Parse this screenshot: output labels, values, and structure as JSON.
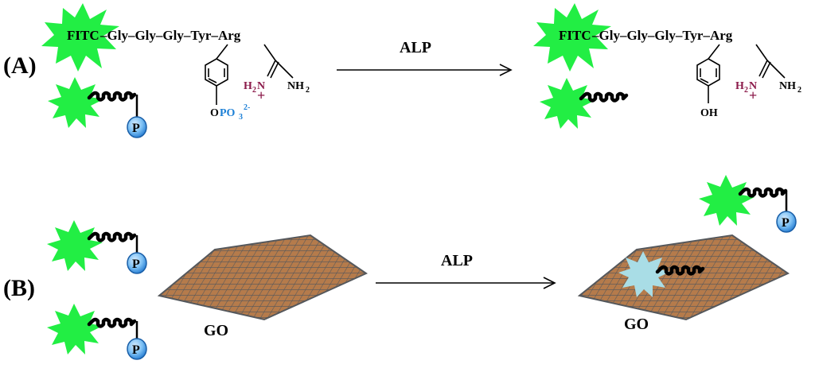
{
  "panel_a": {
    "label": "(A)",
    "substrate": {
      "fitc": "FITC",
      "chain": "–Gly–Gly–Gly–Tyr–Arg",
      "oxygen": "O",
      "phosphate": "PO",
      "phosphate_sub": "3",
      "phosphate_charge": "2-"
    },
    "guanidine_left": {
      "h2n_h": "H",
      "h2n_sub": "2",
      "h2n_n": "N",
      "plus": "+",
      "nh2": "NH",
      "nh2_sub": "2"
    },
    "arrow_label": "ALP",
    "product": {
      "fitc": "FITC",
      "chain": "–Gly–Gly–Gly–Tyr–Arg",
      "oh": "OH"
    },
    "guanidine_right": {
      "h2n_h": "H",
      "h2n_sub": "2",
      "h2n_n": "N",
      "plus": "+",
      "nh2": "NH",
      "nh2_sub": "2"
    },
    "phospho_badge": "P"
  },
  "panel_b": {
    "label": "(B)",
    "arrow_label": "ALP",
    "go_left": "GO",
    "go_right": "GO",
    "phospho_badge": "P"
  },
  "colors": {
    "fluor_green": "#22ee44",
    "quenched": "#a9dde6",
    "go_fill": "#b57b4b",
    "go_edge": "#55585c",
    "phosphate_blue": "#1b7fd6",
    "ammonium": "#8b1a4a"
  }
}
